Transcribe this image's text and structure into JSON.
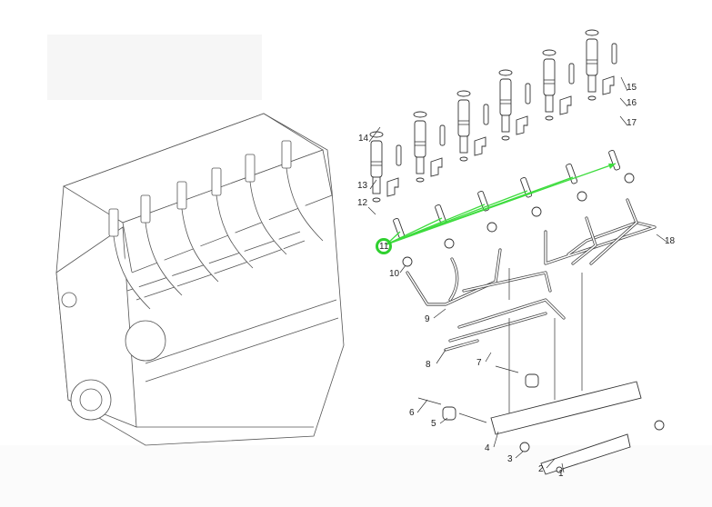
{
  "diagram": {
    "title_hidden": null,
    "highlight_color": "#2fd02f",
    "callouts": [
      "1",
      "2",
      "3",
      "4",
      "5",
      "6",
      "7",
      "8",
      "9",
      "10",
      "11",
      "12",
      "13",
      "14",
      "15",
      "16",
      "17",
      "18"
    ],
    "selected_callout": "11"
  }
}
